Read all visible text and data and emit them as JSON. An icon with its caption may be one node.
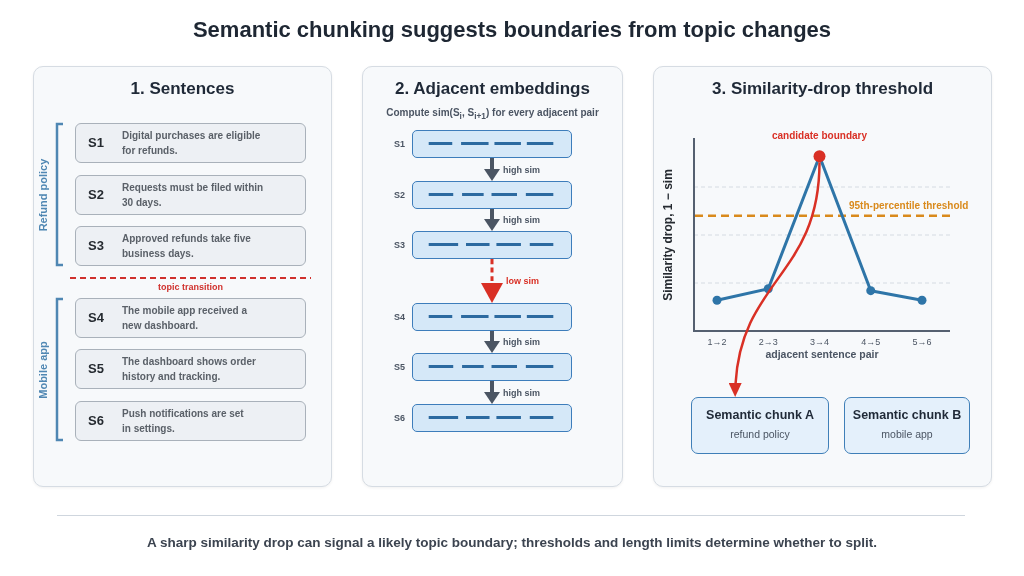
{
  "diagram": {
    "title": "Semantic chunking suggests boundaries from topic changes",
    "caption": "A sharp similarity drop can signal a likely topic boundary; thresholds and length limits determine whether to split.",
    "nodes": [
      {
        "text": [
          "1. Sentences"
        ]
      },
      {
        "text": [
          "S1",
          "Digital purchases are eligible for refunds."
        ],
        "in": 0
      },
      {
        "text": [
          "S2",
          "Requests must be filed within 30 days."
        ],
        "in": 0
      },
      {
        "text": [
          "S3",
          "Approved refunds take five business days."
        ],
        "in": 0
      },
      {
        "text": [
          "S4",
          "The mobile app received a new dashboard."
        ],
        "in": 0
      },
      {
        "text": [
          "S5",
          "The dashboard shows order history and tracking."
        ],
        "in": 0
      },
      {
        "text": [
          "S6",
          "Push notifications are set in settings."
        ],
        "in": 0
      },
      {
        "text": [
          "2. Adjacent embeddings",
          "Compute sim(S$_{i}$, S$_{i+1}$) for every adjacent pair"
        ]
      },
      {
        "text": [],
        "shape": "box",
        "beside": [
          "S1"
        ],
        "in": 7
      },
      {
        "text": [],
        "shape": "box",
        "beside": [
          "S2"
        ],
        "in": 7
      },
      {
        "text": [],
        "shape": "box",
        "beside": [
          "S3"
        ],
        "in": 7
      },
      {
        "text": [],
        "shape": "box",
        "beside": [
          "S4"
        ],
        "in": 7
      },
      {
        "text": [],
        "shape": "box",
        "beside": [
          "S5"
        ],
        "in": 7
      },
      {
        "text": [],
        "shape": "box",
        "beside": [
          "S6"
        ],
        "in": 7
      },
      {
        "text": [
          "3. Similarity-drop threshold"
        ]
      },
      {
        "text": [
          "Semantic chunk A",
          "refund policy"
        ],
        "in": 14
      },
      {
        "text": [
          "Semantic chunk B",
          "mobile app"
        ],
        "in": 14
      }
    ],
    "edges": [
      {
        "from": 8,
        "to": 9,
        "arrow": "to",
        "label": "high sim"
      },
      {
        "from": 9,
        "to": 10,
        "arrow": "to",
        "label": "high sim"
      },
      {
        "from": 10,
        "to": 11,
        "arrow": "to",
        "label": "low sim",
        "style": "dashed",
        "color": "#d93025"
      },
      {
        "from": 11,
        "to": 12,
        "arrow": "to",
        "label": "high sim"
      },
      {
        "from": 12,
        "to": 13,
        "arrow": "to",
        "label": "high sim"
      },
      {
        "from": null,
        "to": 15,
        "arrow": "to",
        "color": "#d93025"
      }
    ],
    "labels": [
      "Refund policy",
      "topic transition",
      "Mobile app",
      "candidate boundary",
      "95th-percentile threshold",
      "Similarity drop, 1 − sim",
      "1→2",
      "2→3",
      "3→4",
      "4→5",
      "5→6",
      "adjacent sentence pair"
    ]
  }
}
